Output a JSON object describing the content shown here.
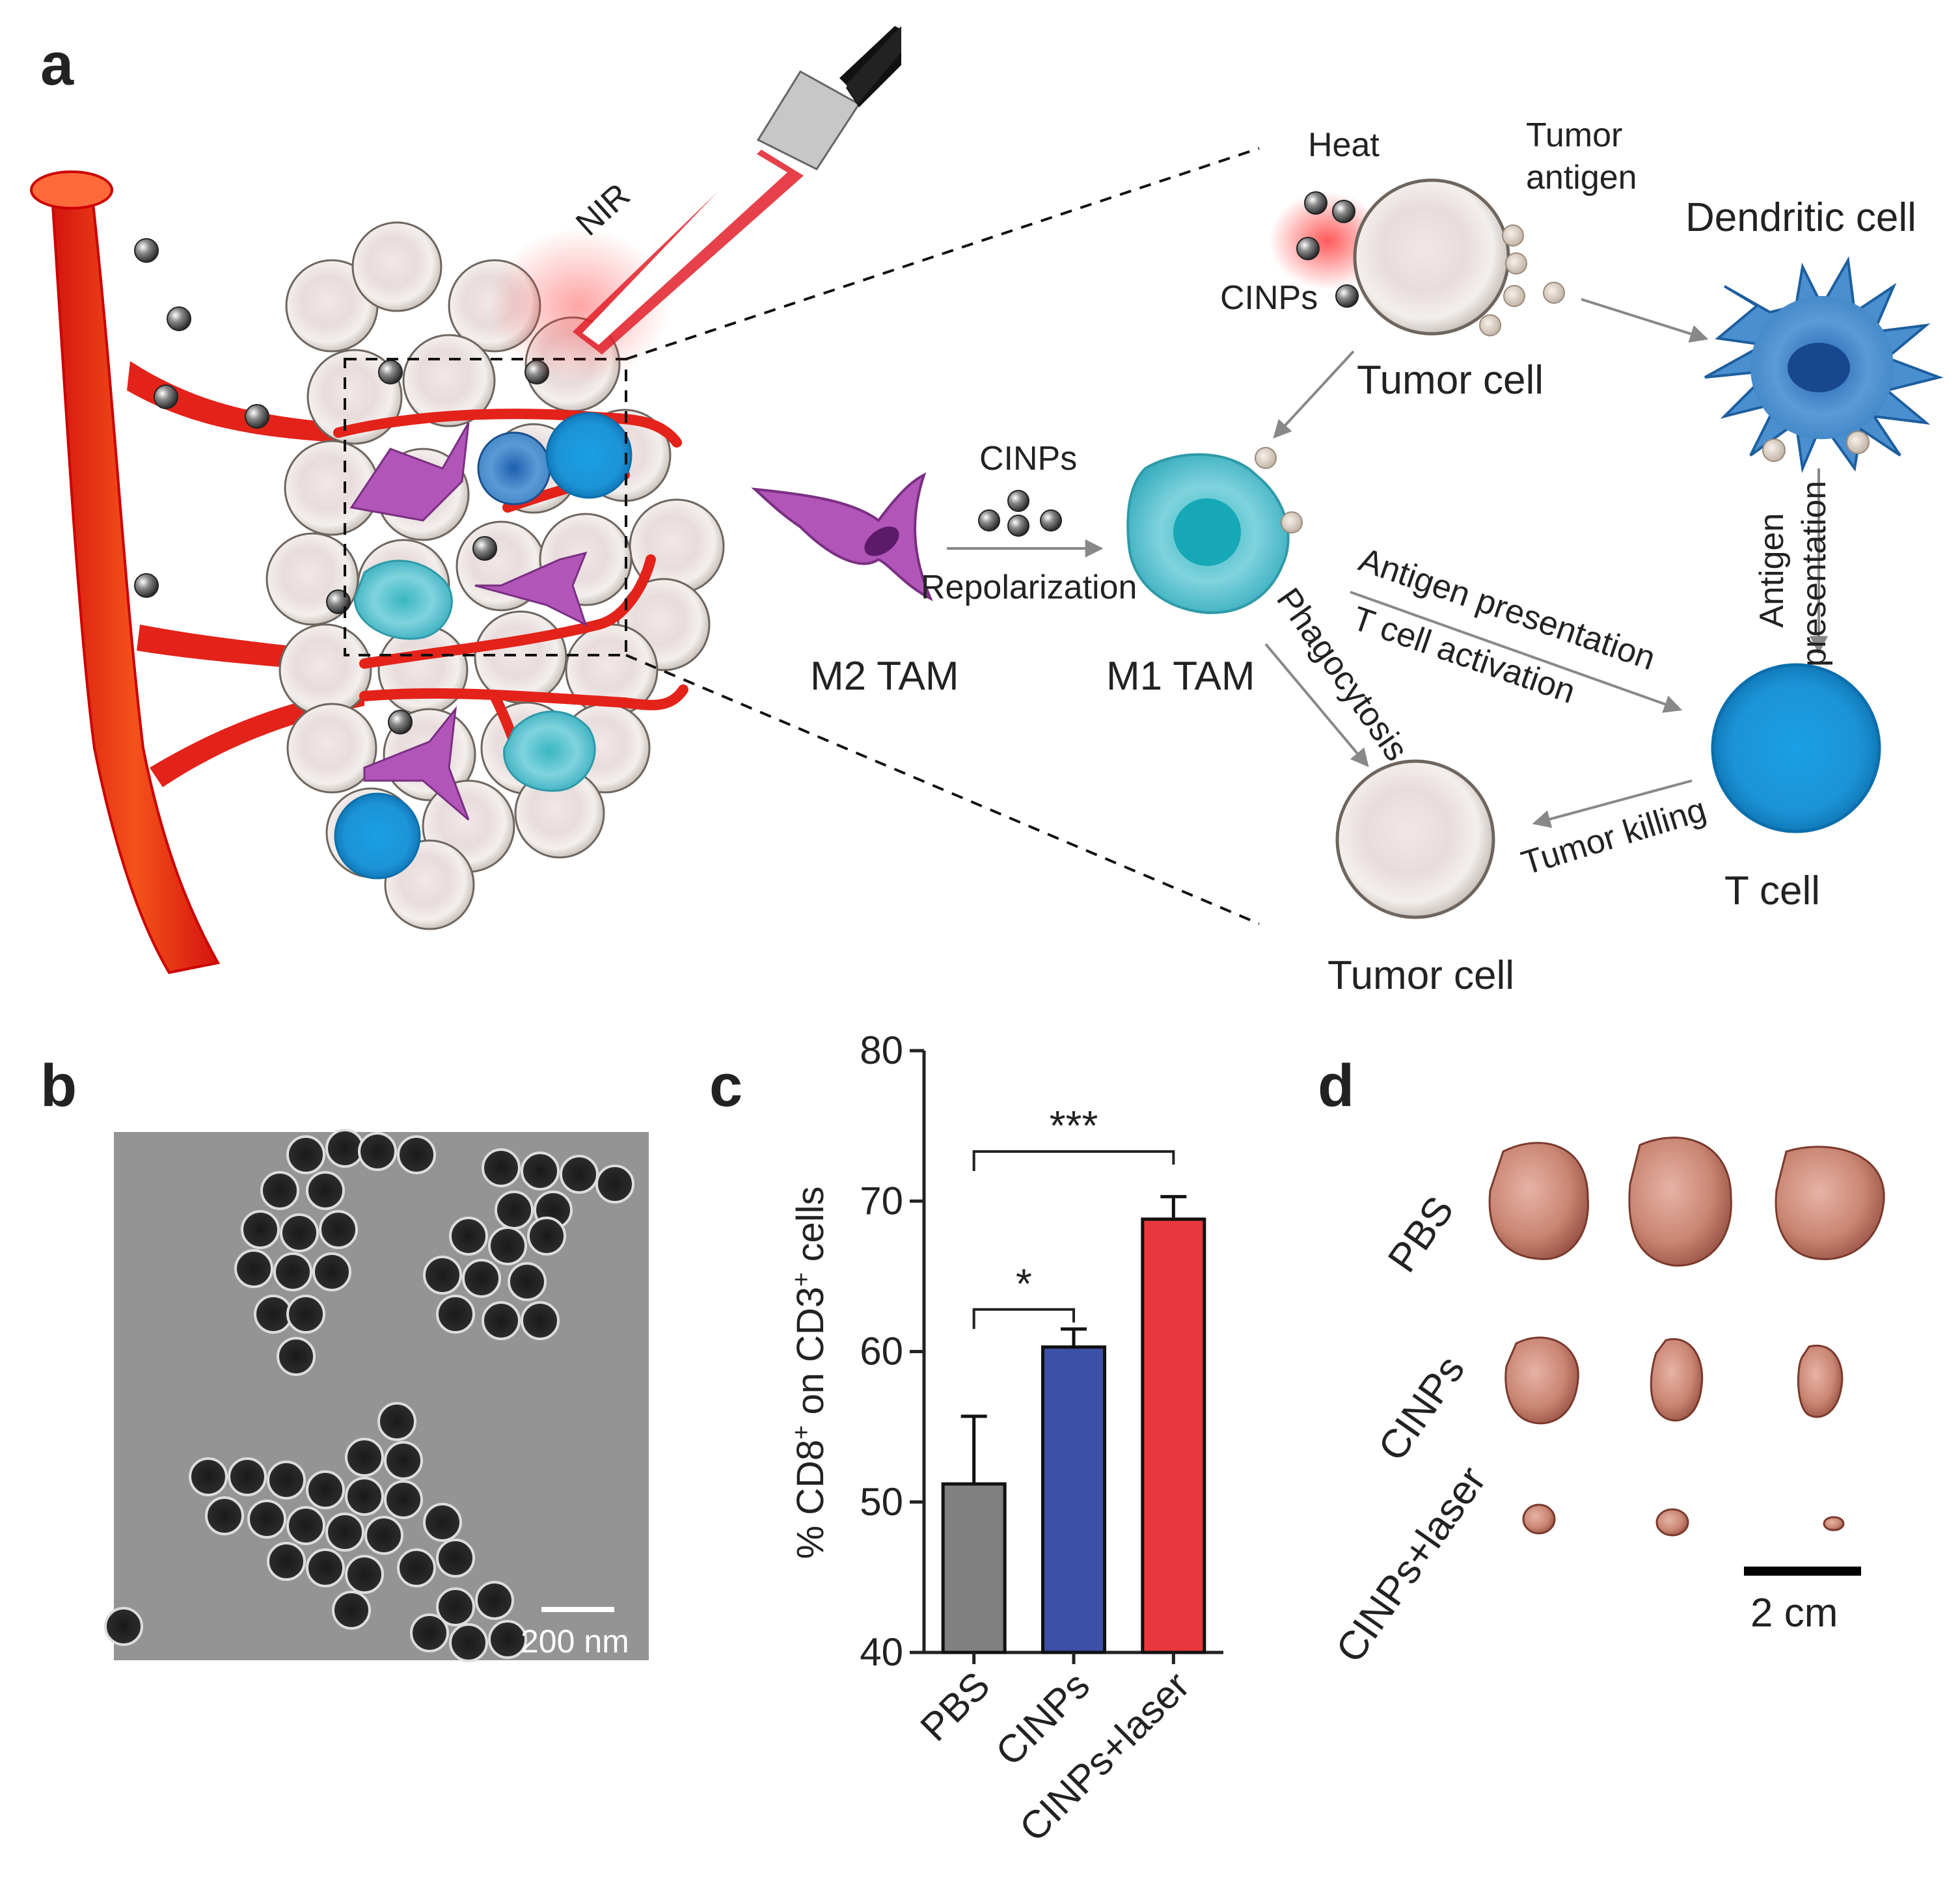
{
  "panels": {
    "a": "a",
    "b": "b",
    "c": "c",
    "d": "d"
  },
  "diagram": {
    "nir": "NIR",
    "heat": "Heat",
    "tumor_antigen_line1": "Tumor",
    "tumor_antigen_line2": "antigen",
    "cinps_top": "CINPs",
    "tumor_cell_top": "Tumor cell",
    "dendritic_cell": "Dendritic cell",
    "cinps_mid": "CINPs",
    "repolarization": "Repolarization",
    "m2_tam": "M2 TAM",
    "m1_tam": "M1 TAM",
    "antigen_presentation_diag": "Antigen presentation",
    "t_cell_activation": "T cell activation",
    "phagocytosis": "Phagocytosis",
    "antigen_presentation_v1": "Antigen",
    "antigen_presentation_v2": "presentation",
    "tumor_killing": "Tumor killing",
    "t_cell": "T cell",
    "tumor_cell_bottom": "Tumor cell"
  },
  "tem": {
    "scale_bar": "200 nm"
  },
  "chart_data": {
    "type": "bar",
    "categories": [
      "PBS",
      "CINPs",
      "CINPs+laser"
    ],
    "values": [
      51.2,
      60.3,
      68.8
    ],
    "errors": [
      4.5,
      1.2,
      1.5
    ],
    "colors": [
      "#808080",
      "#3d4fa6",
      "#e8383d"
    ],
    "ylabel": "% CD8+ on CD3+ cells",
    "ylim": [
      40,
      80
    ],
    "yticks": [
      40,
      50,
      60,
      70,
      80
    ],
    "significance": [
      {
        "from": "PBS",
        "to": "CINPs",
        "label": "*"
      },
      {
        "from": "PBS",
        "to": "CINPs+laser",
        "label": "***"
      }
    ]
  },
  "photo": {
    "rows": [
      "PBS",
      "CINPs",
      "CINPs+laser"
    ],
    "scale_bar": "2 cm"
  }
}
